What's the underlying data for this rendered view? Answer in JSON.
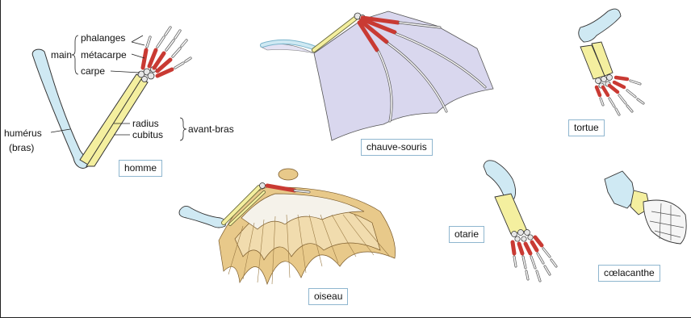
{
  "colors": {
    "humerus": "#cfe9f3",
    "forearm": "#f4ef9f",
    "carpus": "#d8d8d8",
    "metacarpus": "#d9473f",
    "phalanges": "#f2f2f2",
    "bat_membrane": "#d9d7ee",
    "feather": "#e8c98a",
    "box_border": "#8fb6cf"
  },
  "human": {
    "phalanges": "phalanges",
    "main": "main",
    "metacarpe": "métacarpe",
    "carpe": "carpe",
    "radius": "radius",
    "cubitus": "cubitus",
    "avant_bras": "avant-bras",
    "humerus": "humérus",
    "bras": "(bras)",
    "caption": "homme"
  },
  "captions": {
    "bat": "chauve-souris",
    "turtle": "tortue",
    "bird": "oiseau",
    "sea_lion": "otarie",
    "coelacanth": "cœlacanthe"
  }
}
